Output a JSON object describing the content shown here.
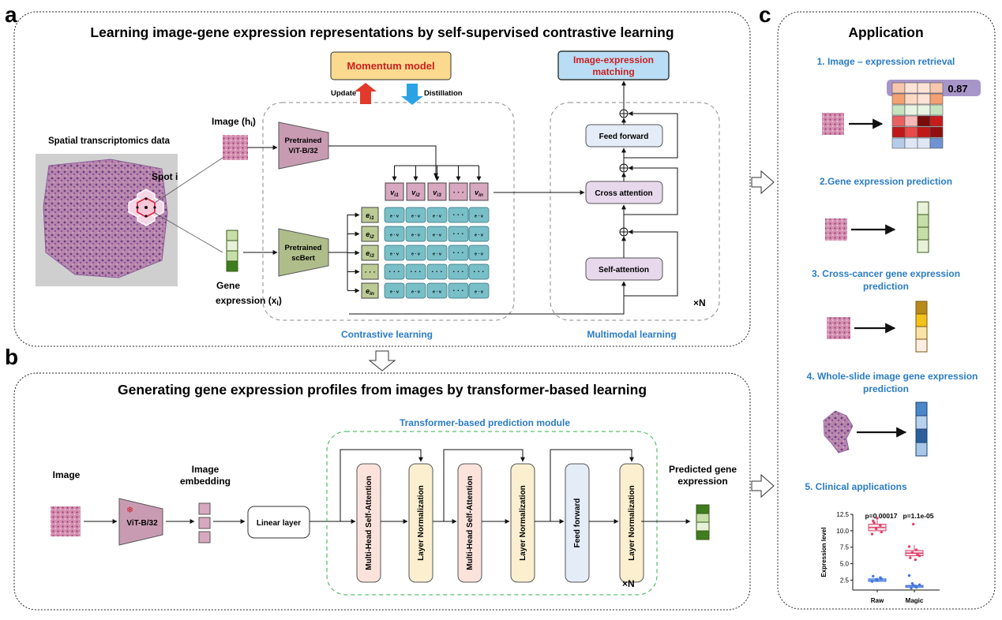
{
  "panels": {
    "a": {
      "letter": "a",
      "title": "Learning image-gene expression representations by self-supervised contrastive learning",
      "momentum": "Momentum model",
      "update": "Update",
      "distillation": "Distillation",
      "matching_line1": "Image-expression",
      "matching_line2": "matching",
      "image_label": "Image (h",
      "image_sub": "i",
      "st_data": "Spatial transcriptomics data",
      "spot": "Spot i",
      "gene_line1": "Gene",
      "gene_line2": "expression (x",
      "gene_sub": "i",
      "vit_line1": "Pretrained",
      "vit_line2": "ViT-B/32",
      "scbert_line1": "Pretrained",
      "scbert_line2": "scBert",
      "v_tokens": [
        "v_i1",
        "v_i2",
        "v_i3",
        "· · ·",
        "v_in"
      ],
      "e_tokens": [
        "e_i1",
        "e_i2",
        "e_i3",
        "· · ·",
        "e_in"
      ],
      "grid_cell": "e · v",
      "grid_dots": "· · ·",
      "feed_forward": "Feed forward",
      "cross_attention": "Cross attention",
      "self_attention": "Self-attention",
      "times_n": "×N",
      "contrastive": "Contrastive learning",
      "multimodal": "Multimodal learning"
    },
    "b": {
      "letter": "b",
      "title": "Generating gene expression profiles from images by transformer-based learning",
      "image": "Image",
      "vit": "ViT-B/32",
      "embedding_line1": "Image",
      "embedding_line2": "embedding",
      "linear": "Linear layer",
      "module": "Transformer-based prediction module",
      "mhsa": "Multi-Head Self-Attention",
      "layernorm": "Layer Normalization",
      "feed_forward": "Feed forward",
      "times_n": "×N",
      "predicted_line1": "Predicted gene",
      "predicted_line2": "expression"
    },
    "c": {
      "letter": "c",
      "title": "Application",
      "app1": "1. Image – expression retrieval",
      "score": "0.87",
      "app2": "2.Gene expression prediction",
      "app3_line1": "3. Cross-cancer gene expression",
      "app3_line2": "prediction",
      "app4_line1": "4. Whole-slide image gene expression",
      "app4_line2": "prediction",
      "app5": "5. Clinical applications"
    }
  },
  "chart_data": {
    "type": "scatter",
    "title": "",
    "xlabel": "",
    "ylabel": "Expression level",
    "categories": [
      "Raw",
      "Magic"
    ],
    "ylim": [
      1.0,
      12.5
    ],
    "yticks": [
      "12.5",
      "10.0",
      "7.5",
      "5.0",
      "2.5"
    ],
    "pvalues": [
      "p=0.00017",
      "p=1.1e-05"
    ],
    "series": [
      {
        "group": "low",
        "color": "#4477dd",
        "points": [
          [
            0,
            2.3
          ],
          [
            0,
            2.6
          ],
          [
            0,
            2.9
          ],
          [
            0,
            3.1
          ],
          [
            0,
            2.5
          ],
          [
            0,
            2.7
          ],
          [
            1,
            1.3
          ],
          [
            1,
            1.6
          ],
          [
            1,
            1.8
          ],
          [
            1,
            2.0
          ],
          [
            1,
            1.4
          ],
          [
            1,
            3.2
          ],
          [
            1,
            1.7
          ]
        ],
        "boxes": [
          [
            2.3,
            2.5,
            2.7,
            2.9
          ],
          [
            1.4,
            1.6,
            1.7,
            1.9
          ]
        ]
      },
      {
        "group": "high",
        "color": "#e0406a",
        "points": [
          [
            0,
            9.5
          ],
          [
            0,
            10.3
          ],
          [
            0,
            10.8
          ],
          [
            0,
            11.5
          ],
          [
            0,
            11.9
          ],
          [
            0,
            9.8
          ],
          [
            0,
            11.2
          ],
          [
            1,
            5.6
          ],
          [
            1,
            6.2
          ],
          [
            1,
            6.7
          ],
          [
            1,
            7.1
          ],
          [
            1,
            7.6
          ],
          [
            1,
            11.0
          ],
          [
            1,
            6.4
          ],
          [
            1,
            5.9
          ]
        ],
        "boxes": [
          [
            10.0,
            10.5,
            11.0,
            11.6
          ],
          [
            6.2,
            6.6,
            7.0,
            7.8
          ]
        ]
      }
    ]
  },
  "colors": {
    "vit": "#c99bb3",
    "scbert": "#aebd8a",
    "v_token": "#d7a8c0",
    "e_token": "#bccb95",
    "grid": "#79bfc8",
    "momentum": "#fbd98e",
    "matching": "#b8ddf5",
    "blue_box": "#e4ecf7",
    "purple_box": "#e7d8ec",
    "tan_box": "#fbefd0",
    "pink_box": "#fbe3dc",
    "accent_red": "#cc1f1f",
    "accent_blue": "#2a7cc7"
  }
}
